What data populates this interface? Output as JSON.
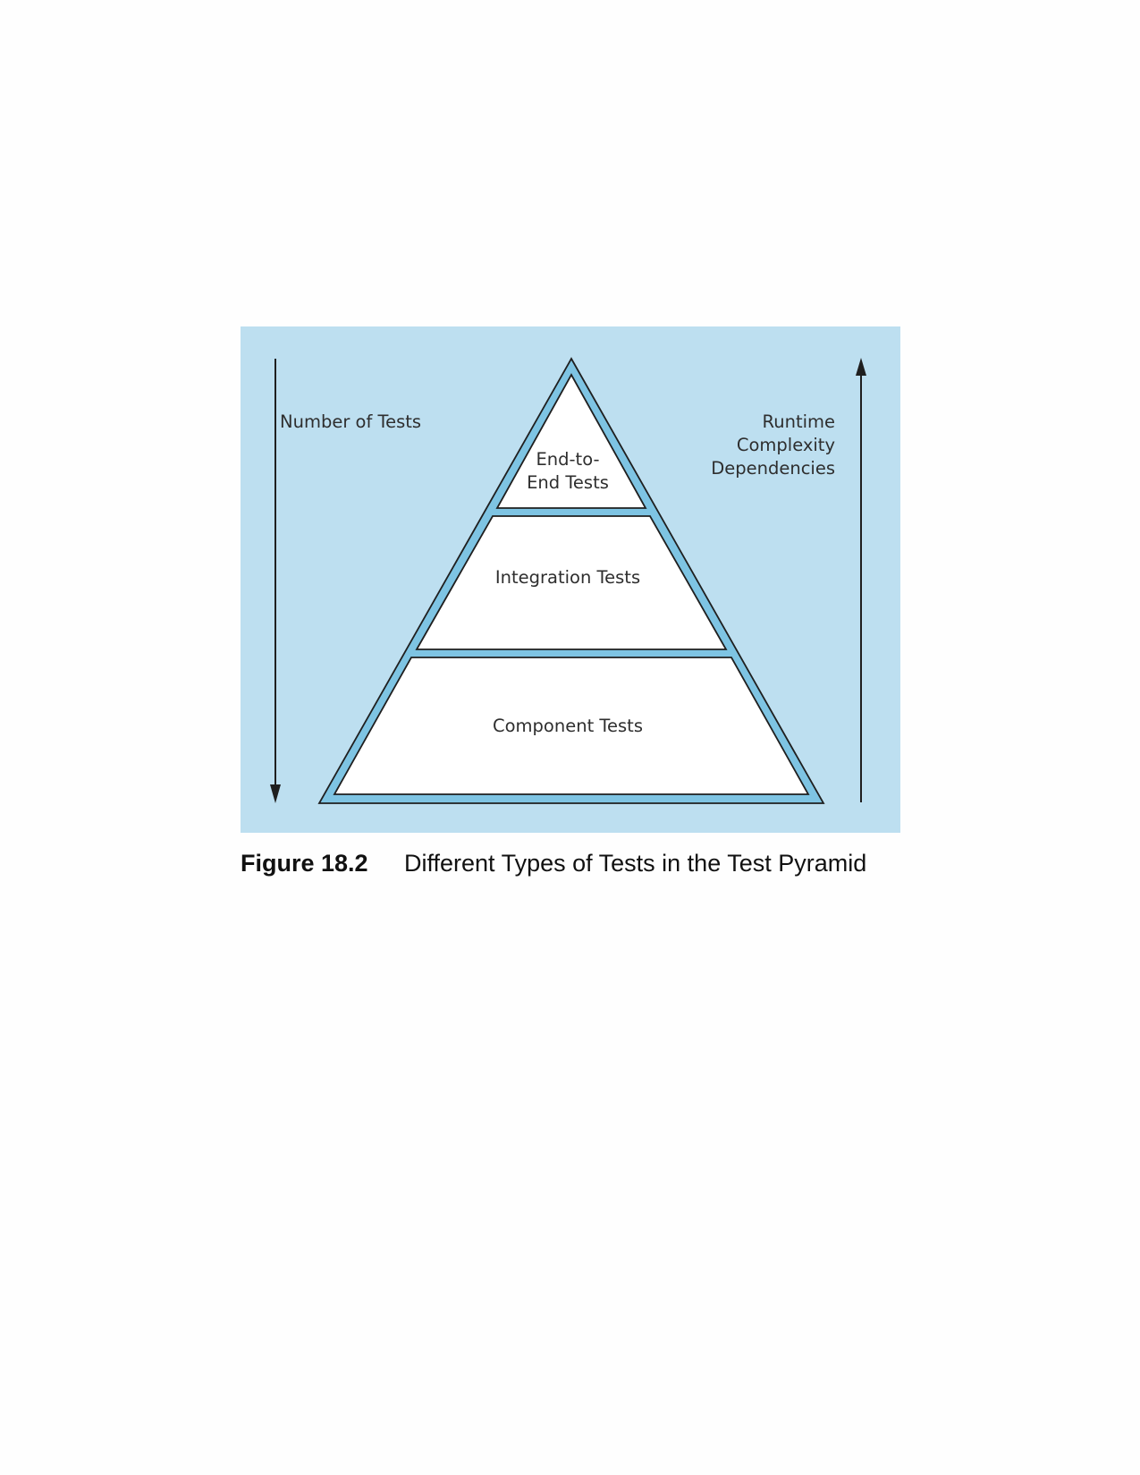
{
  "diagram": {
    "background_color": "#bddff0",
    "band_color": "#7ec4e3",
    "outline_color": "#1f1f1f",
    "layer_fill": "#ffffff",
    "left_axis": {
      "label": "Number of Tests",
      "direction": "down"
    },
    "right_axis": {
      "labels": [
        "Runtime",
        "Complexity",
        "Dependencies"
      ],
      "direction": "up"
    },
    "pyramid_layers": [
      {
        "label_lines": [
          "End-to-",
          "End Tests"
        ],
        "level": "top"
      },
      {
        "label_lines": [
          "Integration Tests"
        ],
        "level": "middle"
      },
      {
        "label_lines": [
          "Component Tests"
        ],
        "level": "base"
      }
    ]
  },
  "caption": {
    "label": "Figure 18.2",
    "text": "Different Types of Tests in the Test Pyramid"
  }
}
